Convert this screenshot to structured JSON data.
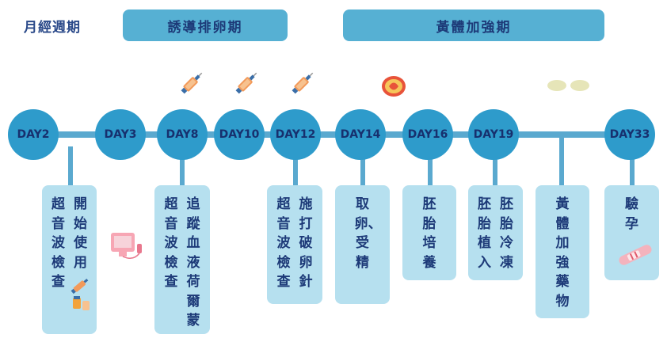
{
  "title": "月經週期",
  "phases": [
    {
      "id": "phase-induction",
      "label": "誘導排卵期"
    },
    {
      "id": "phase-luteal",
      "label": "黃體加強期"
    }
  ],
  "days": [
    "DAY2",
    "DAY3",
    "DAY8",
    "DAY10",
    "DAY12",
    "DAY14",
    "DAY16",
    "DAY19",
    "DAY33"
  ],
  "cards": [
    {
      "id": "day2",
      "columns": [
        "開始使用",
        "超音波檢查"
      ]
    },
    {
      "id": "day8",
      "columns": [
        "追蹤血液荷爾蒙",
        "超音波檢查"
      ]
    },
    {
      "id": "day12",
      "columns": [
        "施打破卵針",
        "超音波檢查"
      ]
    },
    {
      "id": "day14",
      "columns": [
        "取卵、受精"
      ]
    },
    {
      "id": "day16",
      "columns": [
        "胚胎培養"
      ]
    },
    {
      "id": "day19",
      "columns": [
        "胚胎冷凍",
        "胚胎植入"
      ]
    },
    {
      "id": "luteal",
      "columns": [
        "黃體加強藥物"
      ]
    },
    {
      "id": "day33",
      "columns": [
        "驗孕"
      ]
    }
  ],
  "icons": [
    "syringe-icon",
    "egg-cell-icon",
    "pills-icon",
    "ultrasound-machine-icon",
    "medication-icon",
    "pregnancy-test-icon"
  ],
  "colors": {
    "node": "#2e9bcb",
    "phase": "#56b0d3",
    "card": "#b6e0ef",
    "text": "#1d3a78",
    "line": "#5aa9cf"
  }
}
